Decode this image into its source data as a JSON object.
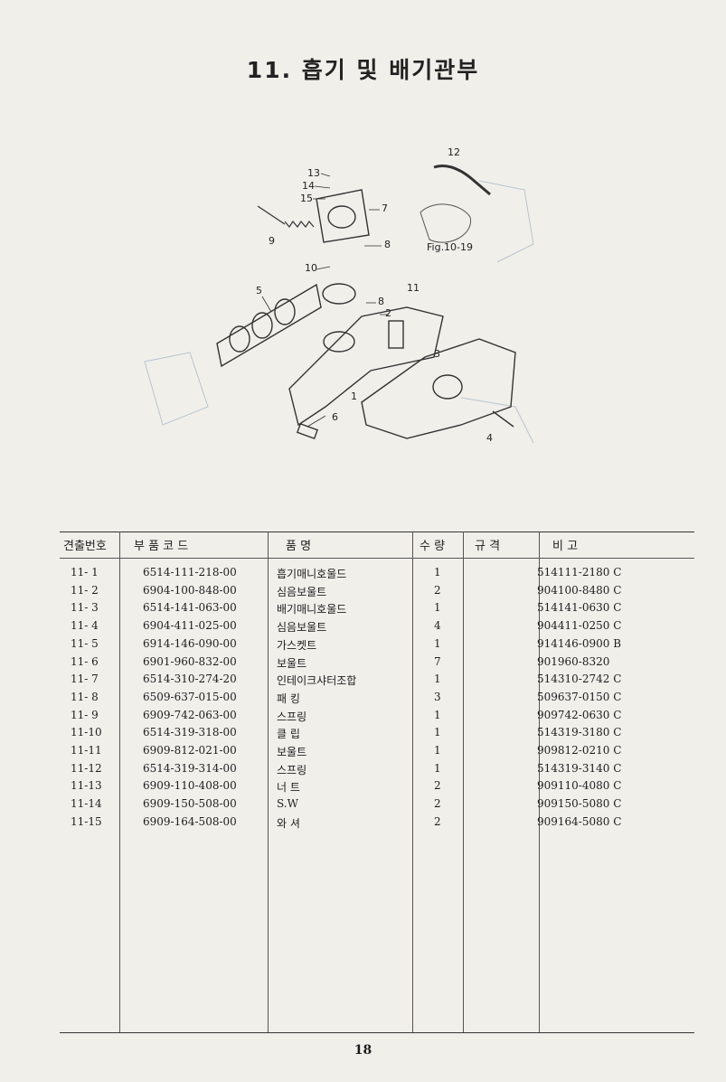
{
  "title": "11. 흡기 및 배기관부",
  "figure": {
    "ref_label": "Fig.10-19",
    "callouts": [
      "1",
      "2",
      "3",
      "4",
      "5",
      "6",
      "7",
      "8",
      "8",
      "9",
      "10",
      "11",
      "12",
      "13",
      "14",
      "15"
    ]
  },
  "table": {
    "headers": {
      "no": "견출번호",
      "code": "부  품  코  드",
      "name": "품          명",
      "qty": "수 량",
      "spec": "규    격",
      "remark": "비          고"
    },
    "rows": [
      {
        "no": "11- 1",
        "code": "6514-111-218-00",
        "name": "흡기매니호울드",
        "qty": "1",
        "remark": "514111-2180 C"
      },
      {
        "no": "11- 2",
        "code": "6904-100-848-00",
        "name": "심음보울트",
        "qty": "2",
        "remark": "904100-8480 C"
      },
      {
        "no": "11- 3",
        "code": "6514-141-063-00",
        "name": "배기매니호울드",
        "qty": "1",
        "remark": "514141-0630 C"
      },
      {
        "no": "11- 4",
        "code": "6904-411-025-00",
        "name": "심음보울트",
        "qty": "4",
        "remark": "904411-0250 C"
      },
      {
        "no": "11- 5",
        "code": "6914-146-090-00",
        "name": "가스켓트",
        "qty": "1",
        "remark": "914146-0900 B"
      },
      {
        "no": "11- 6",
        "code": "6901-960-832-00",
        "name": "보울트",
        "qty": "7",
        "remark": "901960-8320"
      },
      {
        "no": "11- 7",
        "code": "6514-310-274-20",
        "name": "인테이크샤터조합",
        "qty": "1",
        "remark": "514310-2742 C"
      },
      {
        "no": "11- 8",
        "code": "6509-637-015-00",
        "name": "패    킹",
        "qty": "3",
        "remark": "509637-0150 C"
      },
      {
        "no": "11- 9",
        "code": "6909-742-063-00",
        "name": "스프링",
        "qty": "1",
        "remark": "909742-0630 C"
      },
      {
        "no": "11-10",
        "code": "6514-319-318-00",
        "name": "클  립",
        "qty": "1",
        "remark": "514319-3180 C"
      },
      {
        "no": "11-11",
        "code": "6909-812-021-00",
        "name": "보울트",
        "qty": "1",
        "remark": "909812-0210 C"
      },
      {
        "no": "11-12",
        "code": "6514-319-314-00",
        "name": "스프링",
        "qty": "1",
        "remark": "514319-3140 C"
      },
      {
        "no": "11-13",
        "code": "6909-110-408-00",
        "name": "너    트",
        "qty": "2",
        "remark": "909110-4080 C"
      },
      {
        "no": "11-14",
        "code": "6909-150-508-00",
        "name": "S.W",
        "qty": "2",
        "remark": "909150-5080 C"
      },
      {
        "no": "11-15",
        "code": "6909-164-508-00",
        "name": "와    셔",
        "qty": "2",
        "remark": "909164-5080 C"
      }
    ]
  },
  "page_number": "18"
}
